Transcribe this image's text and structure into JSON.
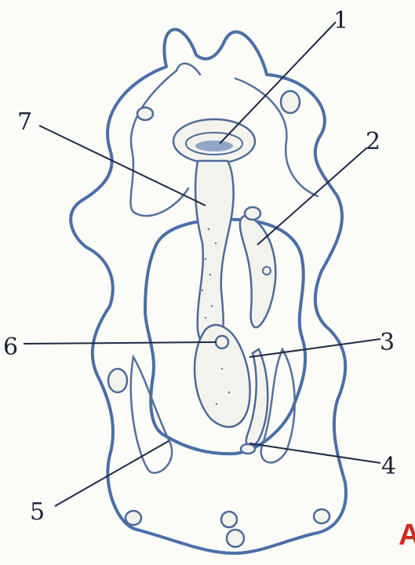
{
  "figure": {
    "panel_letter": "A",
    "colors": {
      "outline": "#4a6fa8",
      "pointer": "#1f2a44",
      "label": "#1b2236",
      "panel_letter": "#cf2a20"
    },
    "labels": [
      {
        "id": "1",
        "text": "1"
      },
      {
        "id": "2",
        "text": "2"
      },
      {
        "id": "3",
        "text": "3"
      },
      {
        "id": "4",
        "text": "4"
      },
      {
        "id": "5",
        "text": "5"
      },
      {
        "id": "6",
        "text": "6"
      },
      {
        "id": "7",
        "text": "7"
      }
    ]
  }
}
